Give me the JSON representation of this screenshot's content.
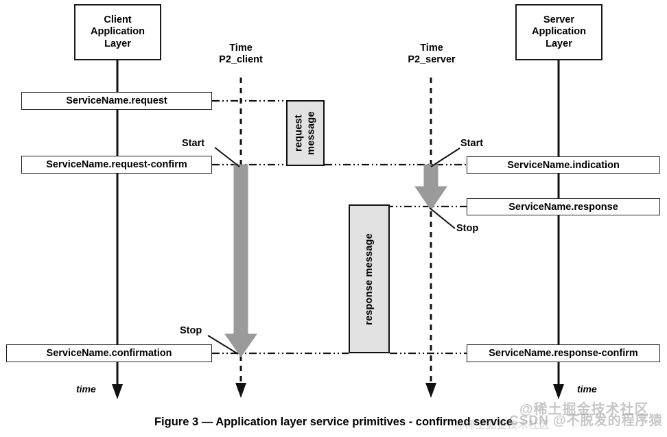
{
  "figure": {
    "caption": "Figure 3 — Application layer service primitives - confirmed service"
  },
  "actors": [
    {
      "id": "client",
      "line1": "Client",
      "line2": "Application",
      "line3": "Layer"
    },
    {
      "id": "server",
      "line1": "Server",
      "line2": "Application",
      "line3": "Layer"
    }
  ],
  "timelines": [
    {
      "id": "p2_client",
      "line1": "Time",
      "line2": "P2_client"
    },
    {
      "id": "p2_server",
      "line1": "Time",
      "line2": "P2_server"
    }
  ],
  "primitives": {
    "client_request": "ServiceName.request",
    "client_request_confirm": "ServiceName.request-confirm",
    "client_confirmation": "ServiceName.confirmation",
    "server_indication": "ServiceName.indication",
    "server_response": "ServiceName.response",
    "server_response_confirm": "ServiceName.response-confirm"
  },
  "messages": {
    "request": {
      "line1": "request",
      "line2": "message"
    },
    "response": {
      "line1": "response message"
    }
  },
  "markers": {
    "client_start": "Start",
    "client_stop": "Stop",
    "server_start": "Start",
    "server_stop": "Stop"
  },
  "axis_labels": {
    "client_time": "time",
    "server_time": "time"
  },
  "watermarks": {
    "csdn": "CSDN @不脱发的程序猿",
    "juejin": "@稀土掘金技术社区"
  },
  "colors": {
    "stroke": "#1a1a1a",
    "message_fill": "#e2e2e2",
    "arrow_gray": "#9a9a9a",
    "background": "#ffffff"
  }
}
